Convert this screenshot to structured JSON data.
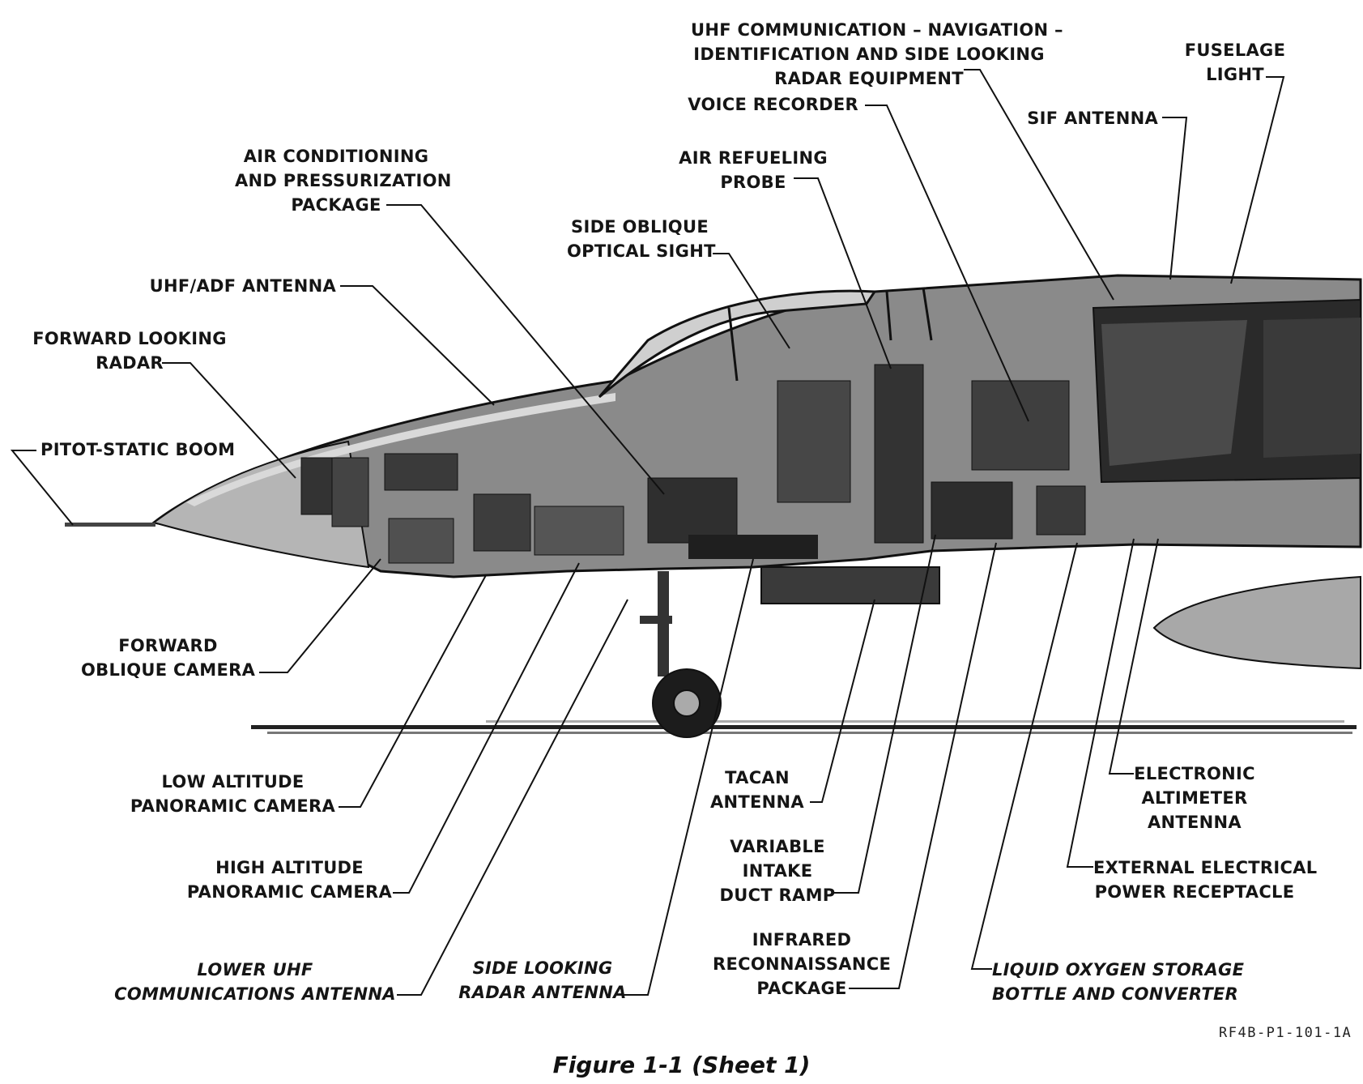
{
  "labels": {
    "uhf_comm_nav": [
      "UHF COMMUNICATION – NAVIGATION –",
      "IDENTIFICATION AND SIDE LOOKING",
      "RADAR EQUIPMENT"
    ],
    "fuselage_light": [
      "FUSELAGE",
      "LIGHT"
    ],
    "voice_recorder": [
      "VOICE RECORDER"
    ],
    "sif_antenna": [
      "SIF ANTENNA"
    ],
    "air_conditioning": [
      "AIR CONDITIONING",
      "AND PRESSURIZATION",
      "PACKAGE"
    ],
    "air_refueling": [
      "AIR REFUELING",
      "PROBE"
    ],
    "side_oblique_sight": [
      "SIDE OBLIQUE",
      "OPTICAL SIGHT"
    ],
    "uhf_adf": [
      "UHF/ADF ANTENNA"
    ],
    "forward_radar": [
      "FORWARD LOOKING",
      "RADAR"
    ],
    "pitot_static": [
      "PITOT-STATIC BOOM"
    ],
    "forward_oblique_camera": [
      "FORWARD",
      "OBLIQUE CAMERA"
    ],
    "low_alt_camera": [
      "LOW ALTITUDE",
      "PANORAMIC CAMERA"
    ],
    "high_alt_camera": [
      "HIGH ALTITUDE",
      "PANORAMIC CAMERA"
    ],
    "lower_uhf": [
      "LOWER UHF",
      "COMMUNICATIONS ANTENNA"
    ],
    "side_looking_radar": [
      "SIDE LOOKING",
      "RADAR ANTENNA"
    ],
    "tacan": [
      "TACAN",
      "ANTENNA"
    ],
    "variable_intake": [
      "VARIABLE",
      "INTAKE",
      "DUCT RAMP"
    ],
    "infrared_recon": [
      "INFRARED",
      "RECONNAISSANCE",
      "PACKAGE"
    ],
    "electronic_altimeter": [
      "ELECTRONIC",
      "ALTIMETER",
      "ANTENNA"
    ],
    "external_power": [
      "EXTERNAL ELECTRICAL",
      "POWER RECEPTACLE"
    ],
    "liquid_oxygen": [
      "LIQUID OXYGEN STORAGE",
      "BOTTLE AND CONVERTER"
    ]
  },
  "ref_code": "RF4B-P1-101-1A",
  "caption": "Figure 1-1 (Sheet 1)"
}
